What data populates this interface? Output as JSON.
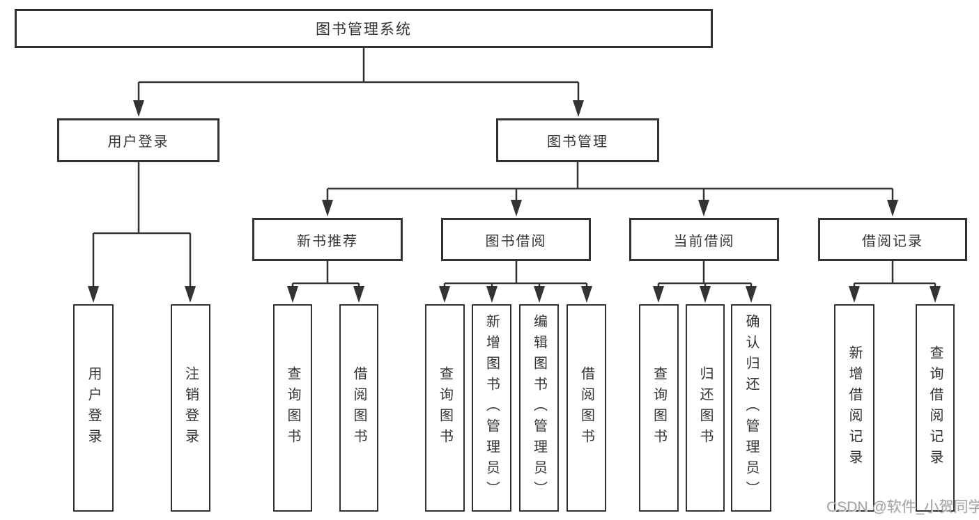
{
  "diagram_title": "图书管理系统",
  "nodes": {
    "root": "图书管理系统",
    "user_login_group": "用户登录",
    "book_mgmt_group": "图书管理",
    "new_book_rec": "新书推荐",
    "book_borrow": "图书借阅",
    "current_borrow": "当前借阅",
    "borrow_records": "借阅记录",
    "leaf_user_login": "用户登录",
    "leaf_logout": "注销登录",
    "leaf_rec_query": "查询图书",
    "leaf_rec_borrow": "借阅图书",
    "leaf_bb_query": "查询图书",
    "leaf_bb_add": "新增图书（管理员）",
    "leaf_bb_edit": "编辑图书（管理员）",
    "leaf_bb_borrow": "借阅图书",
    "leaf_cb_query": "查询图书",
    "leaf_cb_return": "归还图书",
    "leaf_cb_confirm": "确认归还（管理员）",
    "leaf_br_add": "新增借阅记录",
    "leaf_br_query": "查询借阅记录"
  },
  "edges": [
    {
      "from": "图书管理系统",
      "to": "用户登录"
    },
    {
      "from": "图书管理系统",
      "to": "图书管理"
    },
    {
      "from": "用户登录",
      "to": "用户登录"
    },
    {
      "from": "用户登录",
      "to": "注销登录"
    },
    {
      "from": "图书管理",
      "to": "新书推荐"
    },
    {
      "from": "图书管理",
      "to": "图书借阅"
    },
    {
      "from": "图书管理",
      "to": "当前借阅"
    },
    {
      "from": "图书管理",
      "to": "借阅记录"
    },
    {
      "from": "新书推荐",
      "to": "查询图书"
    },
    {
      "from": "新书推荐",
      "to": "借阅图书"
    },
    {
      "from": "图书借阅",
      "to": "查询图书"
    },
    {
      "from": "图书借阅",
      "to": "新增图书（管理员）"
    },
    {
      "from": "图书借阅",
      "to": "编辑图书（管理员）"
    },
    {
      "from": "图书借阅",
      "to": "借阅图书"
    },
    {
      "from": "当前借阅",
      "to": "查询图书"
    },
    {
      "from": "当前借阅",
      "to": "归还图书"
    },
    {
      "from": "当前借阅",
      "to": "确认归还（管理员）"
    },
    {
      "from": "借阅记录",
      "to": "新增借阅记录"
    },
    {
      "from": "借阅记录",
      "to": "查询借阅记录"
    }
  ],
  "watermark": {
    "text": "CSDN @软件_小贺同学"
  },
  "colors": {
    "line": "#333333",
    "text": "#333333",
    "background": "#ffffff",
    "watermark": "#a3a3a3"
  }
}
